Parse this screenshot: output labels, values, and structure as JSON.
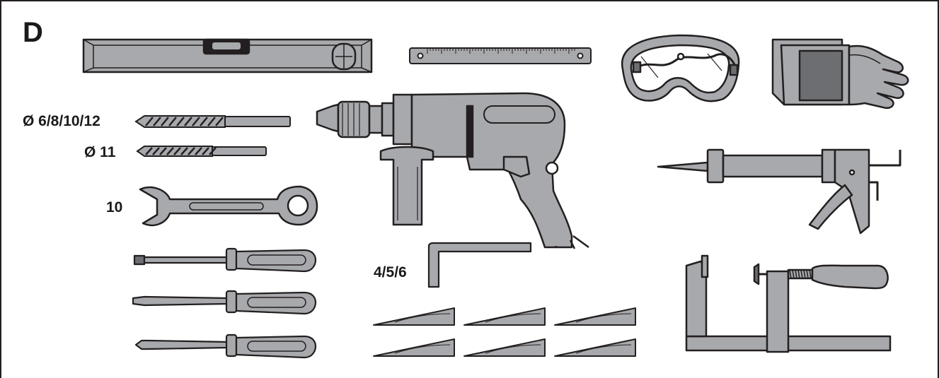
{
  "panel": {
    "letter": "D"
  },
  "labels": {
    "drill_bit_large": "Ø 6/8/10/12",
    "drill_bit_small": "Ø 11",
    "wrench": "10",
    "hex_key": "4/5/6"
  },
  "colors": {
    "tool_fill": "#a7a9ac",
    "dark_fill": "#6d6e71",
    "outline": "#231f20",
    "background": "#ffffff"
  },
  "tools": [
    "spirit-level",
    "folding-ruler",
    "safety-goggles",
    "work-gloves",
    "drill-bits",
    "power-drill",
    "combination-wrench",
    "caulking-gun",
    "screwdrivers",
    "hex-key",
    "wedges",
    "bar-clamp"
  ]
}
